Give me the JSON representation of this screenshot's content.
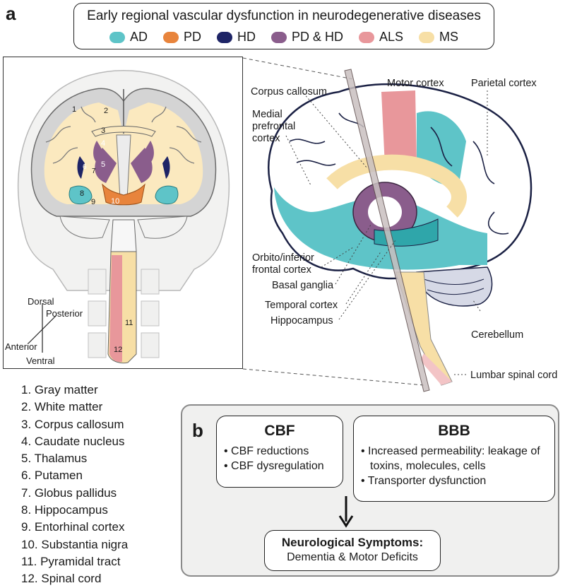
{
  "panel_a_letter": "a",
  "panel_b_letter": "b",
  "title": "Early regional vascular dysfunction in neurodegenerative diseases",
  "legend": [
    {
      "label": "AD",
      "color": "#5ec4c8"
    },
    {
      "label": "PD",
      "color": "#e8843c"
    },
    {
      "label": "HD",
      "color": "#1e2466"
    },
    {
      "label": "PD & HD",
      "color": "#8a5d8c"
    },
    {
      "label": "ALS",
      "color": "#e8979b"
    },
    {
      "label": "MS",
      "color": "#f7dfa6"
    }
  ],
  "coronal_numbers": [
    "1",
    "2",
    "3",
    "4",
    "5",
    "6",
    "7",
    "8",
    "9",
    "10",
    "11",
    "12"
  ],
  "orientation": {
    "dorsal": "Dorsal",
    "ventral": "Ventral",
    "anterior": "Anterior",
    "posterior": "Posterior"
  },
  "key": [
    "1. Gray matter",
    "2. White matter",
    "3. Corpus callosum",
    "4. Caudate nucleus",
    "5. Thalamus",
    "6. Putamen",
    "7. Globus pallidus",
    "8. Hippocampus",
    "9. Entorhinal cortex",
    "10. Substantia nigra",
    "11. Pyramidal tract",
    "12. Spinal cord"
  ],
  "brain_labels": {
    "corpus_callosum": "Corpus callosum",
    "motor_cortex": "Motor cortex",
    "parietal_cortex": "Parietal cortex",
    "medial_prefrontal_l1": "Medial",
    "medial_prefrontal_l2": "prefrontal",
    "medial_prefrontal_l3": "cortex",
    "orbito_l1": "Orbito/inferior",
    "orbito_l2": "frontal cortex",
    "basal_ganglia": "Basal ganglia",
    "temporal_cortex": "Temporal cortex",
    "hippocampus": "Hippocampus",
    "cerebellum": "Cerebellum",
    "lumbar": "Lumbar spinal cord"
  },
  "cbf": {
    "title": "CBF",
    "items": [
      "• CBF reductions",
      "• CBF dysregulation"
    ]
  },
  "bbb": {
    "title": "BBB",
    "items": [
      "• Increased permeability: leakage of toxins, molecules, cells",
      "• Transporter dysfunction"
    ]
  },
  "symptoms": {
    "title": "Neurological Symptoms:",
    "subtitle": "Dementia & Motor Deficits"
  }
}
